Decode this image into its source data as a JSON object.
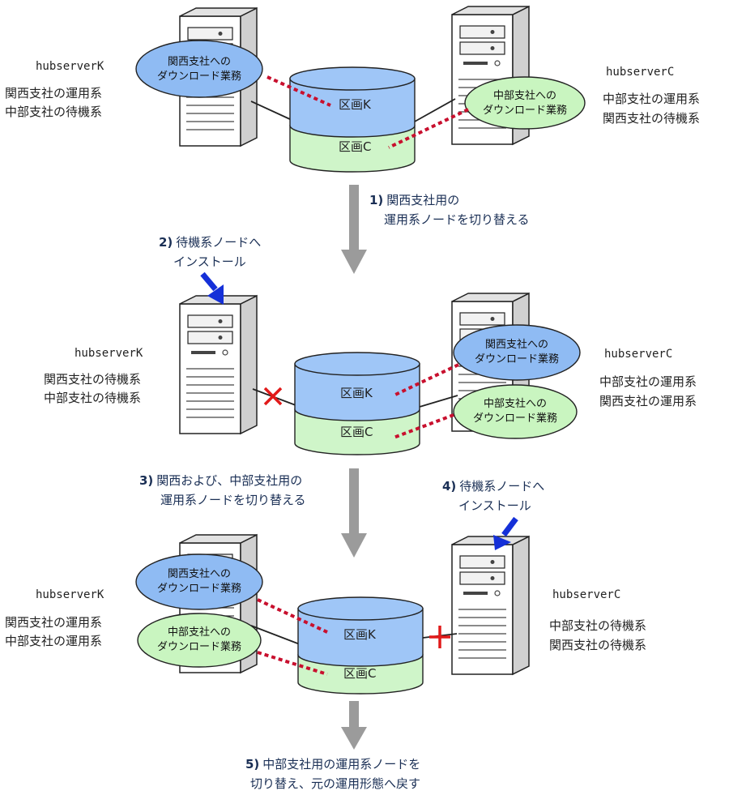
{
  "colors": {
    "kansai_bubble": "#8fbbf3",
    "chubu_bubble": "#c9f5c0",
    "segment_k": "#9fc6f7",
    "segment_c": "#cff5c9",
    "flow_arrow": "#9b9b9b",
    "install_arrow": "#1530d8",
    "cut_mark": "#e11a1a",
    "dotted_link": "#c8102e",
    "step_text": "#1a2f55"
  },
  "stage1": {
    "server_k": {
      "name": "hubserverK",
      "role1": "関西支社の運用系",
      "role2": "中部支社の待機系"
    },
    "server_c": {
      "name": "hubserverC",
      "role1": "中部支社の運用系",
      "role2": "関西支社の待機系"
    },
    "bubble_kansai": [
      "関西支社への",
      "ダウンロード業務"
    ],
    "bubble_chubu": [
      "中部支社への",
      "ダウンロード業務"
    ],
    "segment_k": "区画K",
    "segment_c": "区画C"
  },
  "step1": {
    "num": "1)",
    "line1": "関西支社用の",
    "line2": "運用系ノードを切り替える"
  },
  "step2": {
    "num": "2)",
    "line1": "待機系ノードへ",
    "line2": "インストール",
    "icon": "install-arrow-icon"
  },
  "stage2": {
    "server_k": {
      "name": "hubserverK",
      "role1": "関西支社の待機系",
      "role2": "中部支社の待機系"
    },
    "server_c": {
      "name": "hubserverC",
      "role1": "中部支社の運用系",
      "role2": "関西支社の運用系"
    },
    "bubble_kansai": [
      "関西支社への",
      "ダウンロード業務"
    ],
    "bubble_chubu": [
      "中部支社への",
      "ダウンロード業務"
    ],
    "segment_k": "区画K",
    "segment_c": "区画C"
  },
  "step3": {
    "num": "3)",
    "line1": "関西および、中部支社用の",
    "line2": "運用系ノードを切り替える"
  },
  "step4": {
    "num": "4)",
    "line1": "待機系ノードへ",
    "line2": "インストール",
    "icon": "install-arrow-icon"
  },
  "stage3": {
    "server_k": {
      "name": "hubserverK",
      "role1": "関西支社の運用系",
      "role2": "中部支社の運用系"
    },
    "server_c": {
      "name": "hubserverC",
      "role1": "中部支社の待機系",
      "role2": "関西支社の待機系"
    },
    "bubble_kansai": [
      "関西支社への",
      "ダウンロード業務"
    ],
    "bubble_chubu": [
      "中部支社への",
      "ダウンロード業務"
    ],
    "segment_k": "区画K",
    "segment_c": "区画C"
  },
  "step5": {
    "num": "5)",
    "line1": "中部支社用の運用系ノードを",
    "line2": "切り替え、元の運用形態へ戻す"
  }
}
